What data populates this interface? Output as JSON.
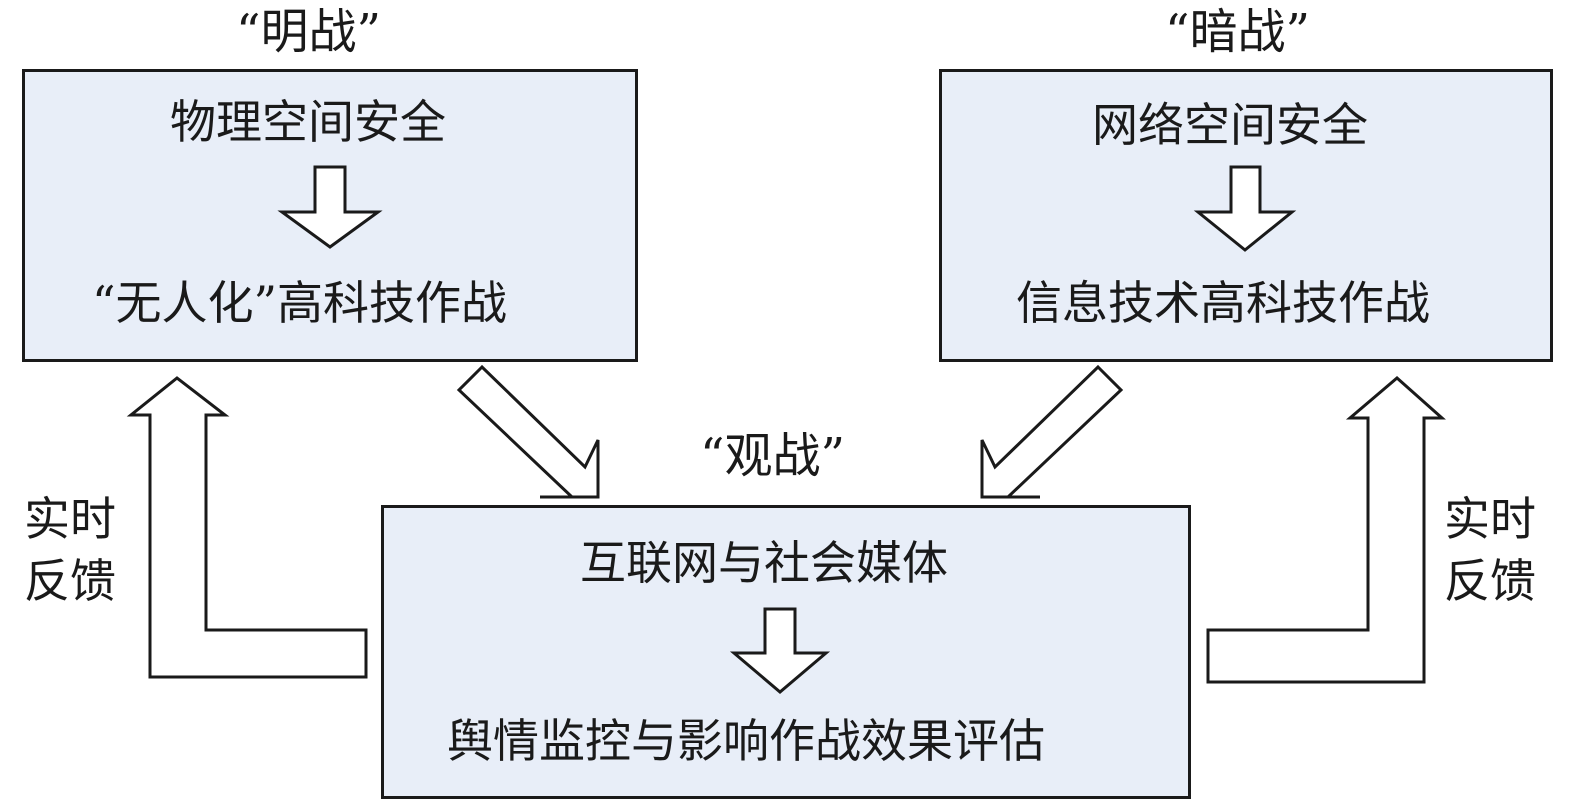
{
  "left_panel": {
    "label": "“明战”",
    "top": "物理空间安全",
    "bottom": "“无人化”高科技作战"
  },
  "right_panel": {
    "label": "“暗战”",
    "top": "网络空间安全",
    "bottom": "信息技术高科技作战"
  },
  "center_panel": {
    "label": "“观战”",
    "top": "互联网与社会媒体",
    "bottom": "舆情监控与影响作战效果评估"
  },
  "feedback": {
    "left_line1": "实时",
    "left_line2": "反馈",
    "right_line1": "实时",
    "right_line2": "反馈"
  },
  "colors": {
    "box_fill": "#e8eef8",
    "stroke": "#1a1a1a"
  }
}
